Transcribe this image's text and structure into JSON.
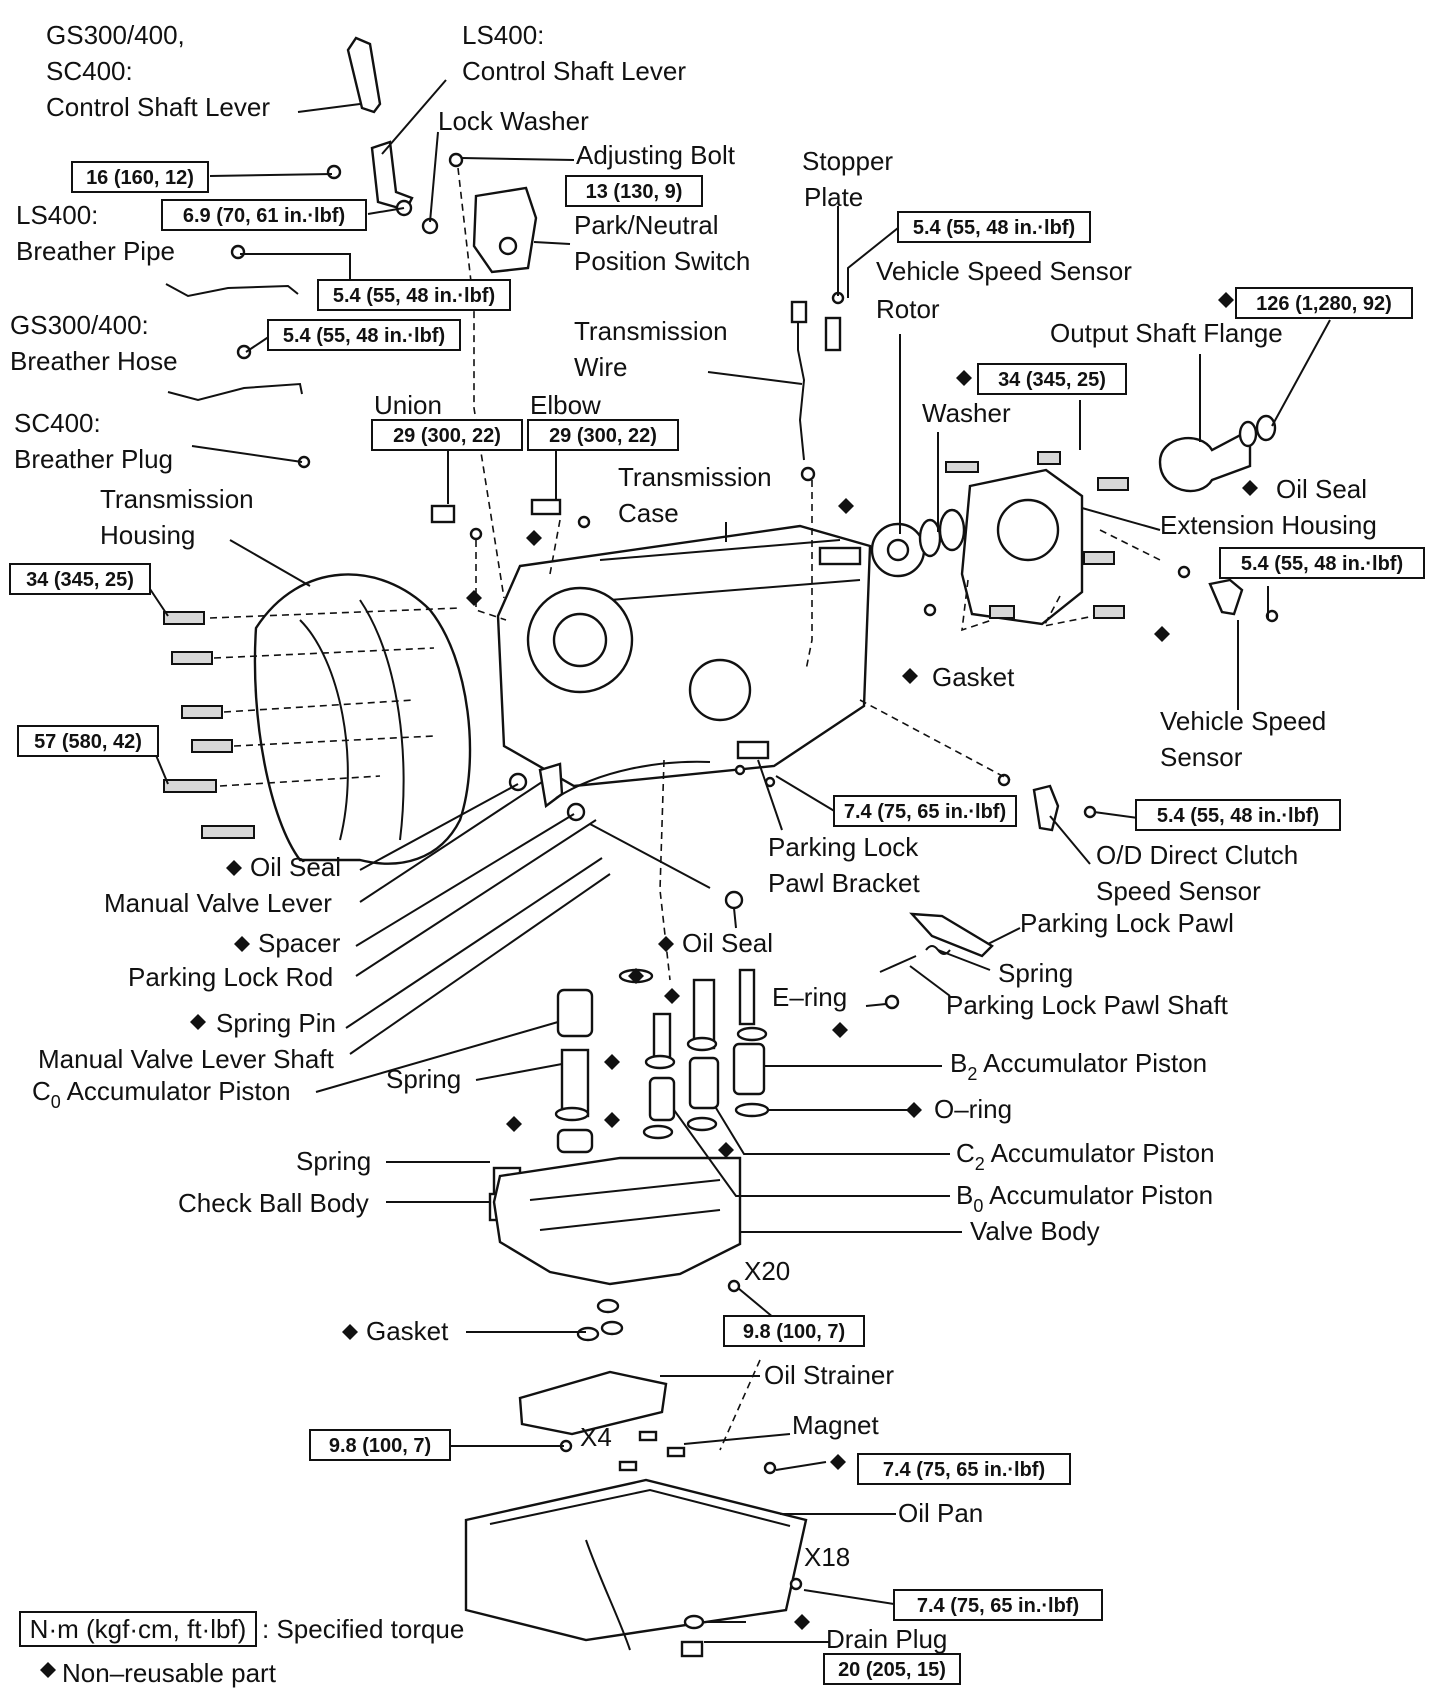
{
  "labels": {
    "gs_sc_lever_1": "GS300/400,",
    "gs_sc_lever_2": "SC400:",
    "gs_sc_lever_3": "Control Shaft Lever",
    "ls_lever_1": "LS400:",
    "ls_lever_2": "Control Shaft Lever",
    "lock_washer": "Lock Washer",
    "adjusting_bolt": "Adjusting Bolt",
    "stopper_plate_1": "Stopper",
    "stopper_plate_2": "Plate",
    "ls_breather_pipe_1": "LS400:",
    "ls_breather_pipe_2": "Breather Pipe",
    "park_neutral_1": "Park/Neutral",
    "park_neutral_2": "Position Switch",
    "vss_rotor_1": "Vehicle Speed Sensor",
    "vss_rotor_2": "Rotor",
    "gs_breather_hose_1": "GS300/400:",
    "gs_breather_hose_2": "Breather Hose",
    "trans_wire_1": "Transmission",
    "trans_wire_2": "Wire",
    "output_flange": "Output Shaft Flange",
    "washer": "Washer",
    "sc_breather_plug_1": "SC400:",
    "sc_breather_plug_2": "Breather Plug",
    "union": "Union",
    "elbow": "Elbow",
    "oil_seal_right": "Oil Seal",
    "trans_case_1": "Transmission",
    "trans_case_2": "Case",
    "extension_housing": "Extension Housing",
    "trans_housing_1": "Transmission",
    "trans_housing_2": "Housing",
    "gasket_right": "Gasket",
    "vss_1": "Vehicle Speed",
    "vss_2": "Sensor",
    "parking_bracket_1": "Parking Lock",
    "parking_bracket_2": "Pawl Bracket",
    "od_sensor_1": "O/D Direct Clutch",
    "od_sensor_2": "Speed Sensor",
    "oil_seal_left": "Oil Seal",
    "manual_valve_lever": "Manual Valve Lever",
    "parking_lock_pawl": "Parking Lock Pawl",
    "spacer": "Spacer",
    "oil_seal_center": "Oil Seal",
    "parking_lock_rod": "Parking Lock Rod",
    "spring_right": "Spring",
    "e_ring": "E–ring",
    "pawl_shaft": "Parking Lock Pawl Shaft",
    "spring_pin": "Spring Pin",
    "mvl_shaft": "Manual Valve Lever Shaft",
    "b2_piston_pre": "B",
    "b2_piston_sub": "2",
    "b2_piston_post": " Accumulator Piston",
    "c0_piston_pre": "C",
    "c0_piston_sub": "0",
    "c0_piston_post": " Accumulator Piston",
    "spring_mid": "Spring",
    "o_ring": "O–ring",
    "c2_piston_pre": "C",
    "c2_piston_sub": "2",
    "c2_piston_post": " Accumulator Piston",
    "spring_lower": "Spring",
    "b0_piston_pre": "B",
    "b0_piston_sub": "0",
    "b0_piston_post": " Accumulator Piston",
    "check_ball_body": "Check Ball Body",
    "valve_body": "Valve Body",
    "x20": "X20",
    "gasket_lower": "Gasket",
    "oil_strainer": "Oil Strainer",
    "x4": "X4",
    "magnet": "Magnet",
    "oil_pan": "Oil Pan",
    "x18": "X18",
    "drain_plug": "Drain Plug"
  },
  "torques": {
    "t_16": "16 (160, 12)",
    "t_13": "13 (130, 9)",
    "t_69": "6.9 (70, 61 in.·lbf)",
    "t_54_stopper": "5.4 (55, 48 in.·lbf)",
    "t_54_pipe": "5.4 (55, 48 in.·lbf)",
    "t_126": "126 (1,280, 92)",
    "t_54_hose": "5.4 (55, 48 in.·lbf)",
    "t_34_ext": "34 (345, 25)",
    "t_29_union": "29 (300, 22)",
    "t_29_elbow": "29 (300, 22)",
    "t_54_vss": "5.4 (55, 48 in.·lbf)",
    "t_34_housing": "34 (345, 25)",
    "t_57": "57 (580, 42)",
    "t_74_bracket": "7.4 (75, 65 in.·lbf)",
    "t_54_od": "5.4 (55, 48 in.·lbf)",
    "t_98_valve": "9.8 (100, 7)",
    "t_98_strainer": "9.8 (100, 7)",
    "t_74_pan1": "7.4 (75, 65 in.·lbf)",
    "t_74_pan2": "7.4 (75, 65 in.·lbf)",
    "t_20": "20 (205, 15)"
  },
  "legend": {
    "torque_box": "N·m (kgf·cm, ft·lbf)",
    "torque_text": ": Specified torque",
    "nonreusable": "Non–reusable part"
  }
}
